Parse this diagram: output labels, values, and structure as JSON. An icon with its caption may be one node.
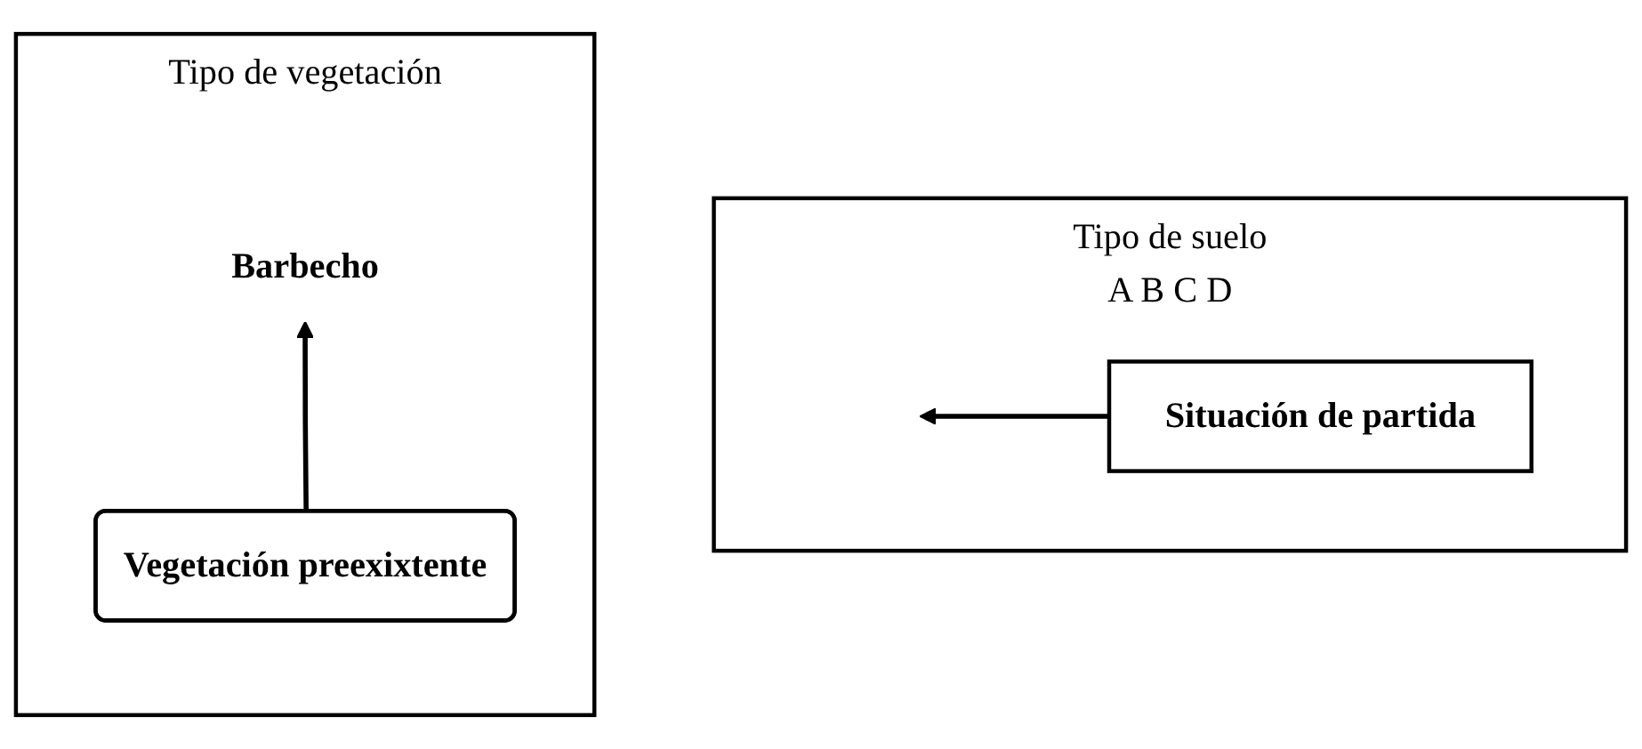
{
  "diagram": {
    "nodes": [
      {
        "text": [
          "Tipo de vegetación"
        ]
      },
      {
        "text": [
          "Barbecho"
        ],
        "in": 0
      },
      {
        "text": [
          "Vegetación preexixtente"
        ],
        "in": 0
      },
      {
        "text": [
          "Tipo de suelo",
          "A",
          "B",
          "C",
          "D"
        ]
      },
      {
        "text": [
          "Situación de partida"
        ],
        "in": 3
      }
    ],
    "edges": [
      {
        "from": 2,
        "to": 1,
        "arrow": "to"
      },
      {
        "from": 4,
        "to": null,
        "arrow": "to"
      }
    ]
  }
}
